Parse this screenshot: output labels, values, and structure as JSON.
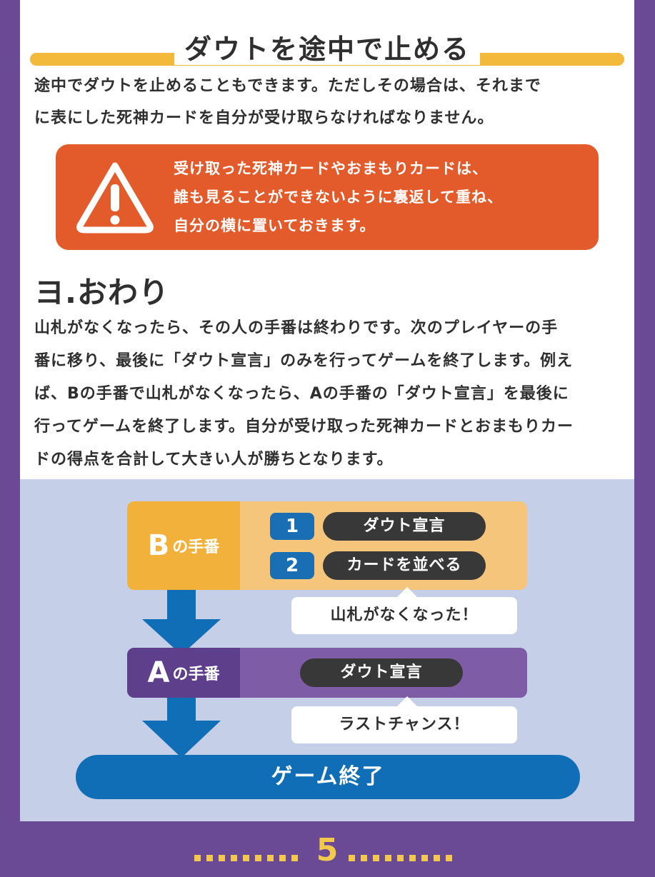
{
  "section_title": "ダウトを途中で止める",
  "intro_lines": [
    "途中でダウトを止めることもできます。ただしその場合は、それまで",
    "に表にした死神カードを自分が受け取らなければなりません。"
  ],
  "warning": {
    "icon": "warning-triangle-icon",
    "lines": [
      "受け取った死神カードやおまもりカードは、",
      "誰も見ることができないように裏返して重ね、",
      "自分の横に置いておきます。"
    ]
  },
  "section2_heading": "ヨ.おわり",
  "ending_lines": [
    "山札がなくなったら、その人の手番は終わりです。次のプレイヤーの手",
    "番に移り、最後に「ダウト宣言」のみを行ってゲームを終了します。例え",
    "ば、Bの手番で山札がなくなったら、Aの手番の「ダウト宣言」を最後に",
    "行ってゲームを終了します。自分が受け取った死神カードとおまもりカー",
    "ドの得点を合計して大きい人が勝ちとなります。"
  ],
  "diagram": {
    "turn_b": {
      "letter": "B",
      "suffix": "の手番",
      "steps": [
        {
          "num": "1",
          "label": "ダウト宣言"
        },
        {
          "num": "2",
          "label": "カードを並べる"
        }
      ],
      "note": "山札がなくなった！"
    },
    "turn_a": {
      "letter": "A",
      "suffix": "の手番",
      "action": "ダウト宣言",
      "note": "ラストチャンス！"
    },
    "end_label": "ゲーム終了"
  },
  "page_number": "5",
  "colors": {
    "frame": "#6a4a94",
    "title_bar": "#f2b93b",
    "warning_bg": "#e45b2b",
    "panel_bg": "#c6cfe8",
    "turn_b_label": "#f2b13a",
    "turn_b_body": "#f5c57c",
    "turn_a_label": "#5e3f8c",
    "turn_a_body": "#7e5ca6",
    "arrow": "#0f6eb5",
    "pill": "#383838"
  }
}
